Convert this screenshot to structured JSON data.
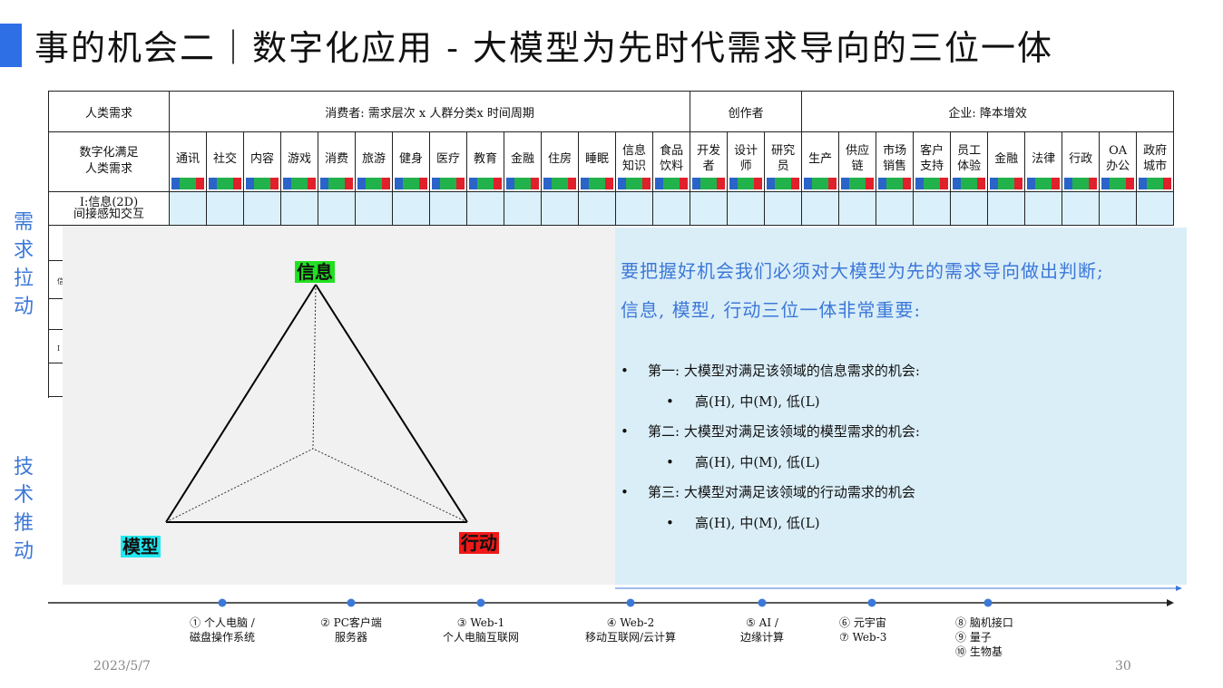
{
  "title": "事的机会二｜数字化应用 - 大模型为先时代需求导向的三位一体",
  "table": {
    "header": {
      "col0": "人类需求",
      "consumer": "消费者:  需求层次 x 人群分类x 时间周期",
      "creator": "创作者",
      "enterprise": "企业:  降本增效"
    },
    "row_label": "数字化满足 人类需求",
    "row_label_1": "数字化满足",
    "row_label_2": "人类需求",
    "categories": [
      "通讯",
      "社交",
      "内容",
      "游戏",
      "消费",
      "旅游",
      "健身",
      "医疗",
      "教育",
      "金融",
      "住房",
      "睡眠",
      "信息知识",
      "食品饮料",
      "开发者",
      "设计师",
      "研究员",
      "生产",
      "供应链",
      "市场销售",
      "客户支持",
      "员工体验",
      "金融",
      "法律",
      "行政",
      "OA办公",
      "政府城市"
    ],
    "cat_lines": [
      [
        "通讯"
      ],
      [
        "社交"
      ],
      [
        "内容"
      ],
      [
        "游戏"
      ],
      [
        "消费"
      ],
      [
        "旅游"
      ],
      [
        "健身"
      ],
      [
        "医疗"
      ],
      [
        "教育"
      ],
      [
        "金融"
      ],
      [
        "住房"
      ],
      [
        "睡眠"
      ],
      [
        "信息",
        "知识"
      ],
      [
        "食品",
        "饮料"
      ],
      [
        "开发",
        "者"
      ],
      [
        "设计",
        "师"
      ],
      [
        "研究",
        "员"
      ],
      [
        "生产"
      ],
      [
        "供应",
        "链"
      ],
      [
        "市场",
        "销售"
      ],
      [
        "客户",
        "支持"
      ],
      [
        "员工",
        "体验"
      ],
      [
        "金融"
      ],
      [
        "法律"
      ],
      [
        "行政"
      ],
      [
        "OA",
        "办公"
      ],
      [
        "政府",
        "城市"
      ]
    ],
    "first_row_label_1": "I:信息(2D)",
    "first_row_label_2": "间接感知交互",
    "fragment_chars": [
      "信",
      "I"
    ]
  },
  "side_labels": {
    "demand": [
      "需",
      "求",
      "拉",
      "动"
    ],
    "tech": [
      "技",
      "术",
      "推",
      "动"
    ]
  },
  "triangle": {
    "top": "信息",
    "left": "模型",
    "right": "行动"
  },
  "text_panel": {
    "line1": "要把握好机会我们必须对大模型为先的需求导向做出判断;",
    "line2": "信息,  模型,  行动三位一体非常重要:",
    "items": [
      {
        "level": 1,
        "text": "第一:  大模型对满足该领域的信息需求的机会:"
      },
      {
        "level": 2,
        "text": "高(H),  中(M),  低(L)"
      },
      {
        "level": 1,
        "text": "第二:  大模型对满足该领域的模型需求的机会:"
      },
      {
        "level": 2,
        "text": "高(H),  中(M),  低(L)"
      },
      {
        "level": 1,
        "text": "第三:  大模型对满足该领域的行动需求的机会"
      },
      {
        "level": 2,
        "text": "高(H),  中(M),  低(L)"
      }
    ],
    "bullet": "•"
  },
  "timeline": {
    "milestones": [
      {
        "lines": [
          "① 个人电脑 /",
          "磁盘操作系统"
        ]
      },
      {
        "lines": [
          "② PC客户端",
          "服务器"
        ]
      },
      {
        "lines": [
          "③ Web-1",
          "个人电脑互联网"
        ]
      },
      {
        "lines": [
          "④ Web-2",
          "移动互联网/云计算"
        ]
      },
      {
        "lines": [
          "⑤ AI /",
          "边缘计算"
        ]
      },
      {
        "lines": [
          "⑥ 元宇宙",
          "⑦ Web-3"
        ]
      },
      {
        "lines": [
          "⑧ 脑机接口",
          "⑨ 量子",
          "⑩ 生物基"
        ]
      }
    ]
  },
  "colors": {
    "accent": "#2f6fe6",
    "side_text": "#3c78d8",
    "panel_blue": "#daeef8",
    "cell_blue": "#daf0fb",
    "info_green": "#22e022",
    "model_cyan": "#22e8f0",
    "action_red": "#f01818"
  },
  "footer": {
    "date": "2023/5/7",
    "page": "30"
  }
}
